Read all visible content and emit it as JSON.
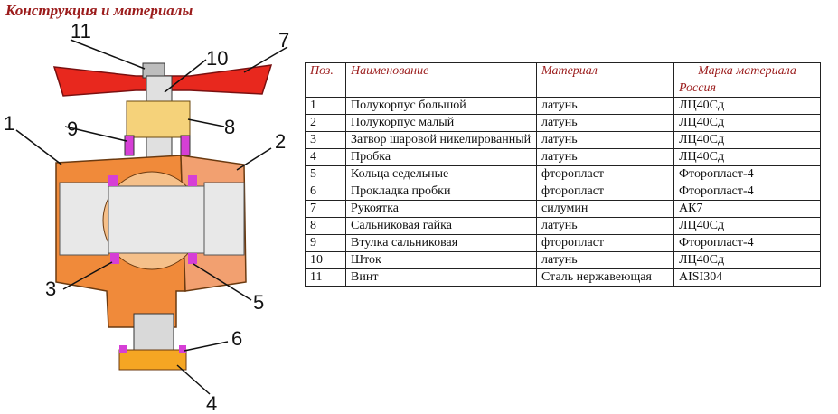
{
  "title": "Конструкция и материалы",
  "callouts": [
    "1",
    "2",
    "3",
    "4",
    "5",
    "6",
    "7",
    "8",
    "9",
    "10",
    "11"
  ],
  "colors": {
    "body": "#f08a3a",
    "handle": "#e8281e",
    "gasket": "#d63fd6",
    "seal": "#f5d27a",
    "stem": "#d9d9d9"
  },
  "table": {
    "headers": {
      "pos": "Поз.",
      "name": "Наименование",
      "material": "Материал",
      "grade": "Марка материала",
      "grade_sub": "Россия"
    },
    "rows": [
      {
        "pos": "1",
        "name": "Полукорпус большой",
        "material": "латунь",
        "grade": "ЛЦ40Сд"
      },
      {
        "pos": "2",
        "name": "Полукорпус малый",
        "material": "латунь",
        "grade": "ЛЦ40Сд"
      },
      {
        "pos": "3",
        "name": "Затвор шаровой никелированный",
        "material": "латунь",
        "grade": "ЛЦ40Сд"
      },
      {
        "pos": "4",
        "name": "Пробка",
        "material": "латунь",
        "grade": "ЛЦ40Сд"
      },
      {
        "pos": "5",
        "name": "Кольца седельные",
        "material": "фторопласт",
        "grade": "Фторопласт-4"
      },
      {
        "pos": "6",
        "name": "Прокладка пробки",
        "material": "фторопласт",
        "grade": "Фторопласт-4"
      },
      {
        "pos": "7",
        "name": "Рукоятка",
        "material": "силумин",
        "grade": "АК7"
      },
      {
        "pos": "8",
        "name": "Сальниковая гайка",
        "material": "латунь",
        "grade": "ЛЦ40Сд"
      },
      {
        "pos": "9",
        "name": "Втулка сальниковая",
        "material": "фторопласт",
        "grade": "Фторопласт-4"
      },
      {
        "pos": "10",
        "name": "Шток",
        "material": "латунь",
        "grade": "ЛЦ40Сд"
      },
      {
        "pos": "11",
        "name": "Винт",
        "material": "Сталь нержавеющая",
        "grade": "AISI304"
      }
    ]
  }
}
